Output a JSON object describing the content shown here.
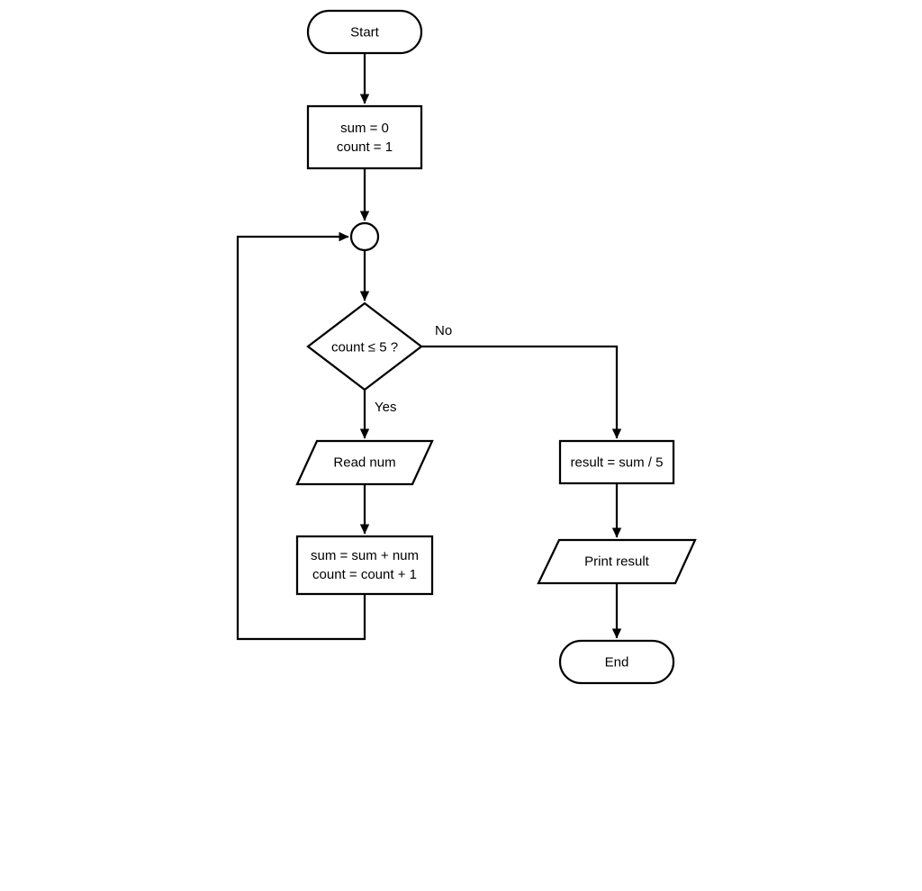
{
  "diagram": {
    "type": "flowchart",
    "background_color": "#ffffff",
    "stroke_color": "#000000",
    "fill_color": "#ffffff",
    "nodes": {
      "start": {
        "shape": "terminator",
        "label": "Start"
      },
      "init": {
        "shape": "process",
        "line1": "sum = 0",
        "line2": "count = 1"
      },
      "loop_connector": {
        "shape": "circle-connector",
        "label": ""
      },
      "decision": {
        "shape": "decision",
        "label": "count ≤ 5 ?"
      },
      "read": {
        "shape": "input-parallelogram",
        "label": "Read num"
      },
      "accumulate": {
        "shape": "process",
        "line1": "sum = sum + num",
        "line2": "count = count + 1"
      },
      "result": {
        "shape": "process",
        "label": "result = sum / 5"
      },
      "print": {
        "shape": "output-parallelogram",
        "label": "Print result"
      },
      "end": {
        "shape": "terminator",
        "label": "End"
      }
    },
    "edge_labels": {
      "yes": "Yes",
      "no": "No"
    }
  }
}
